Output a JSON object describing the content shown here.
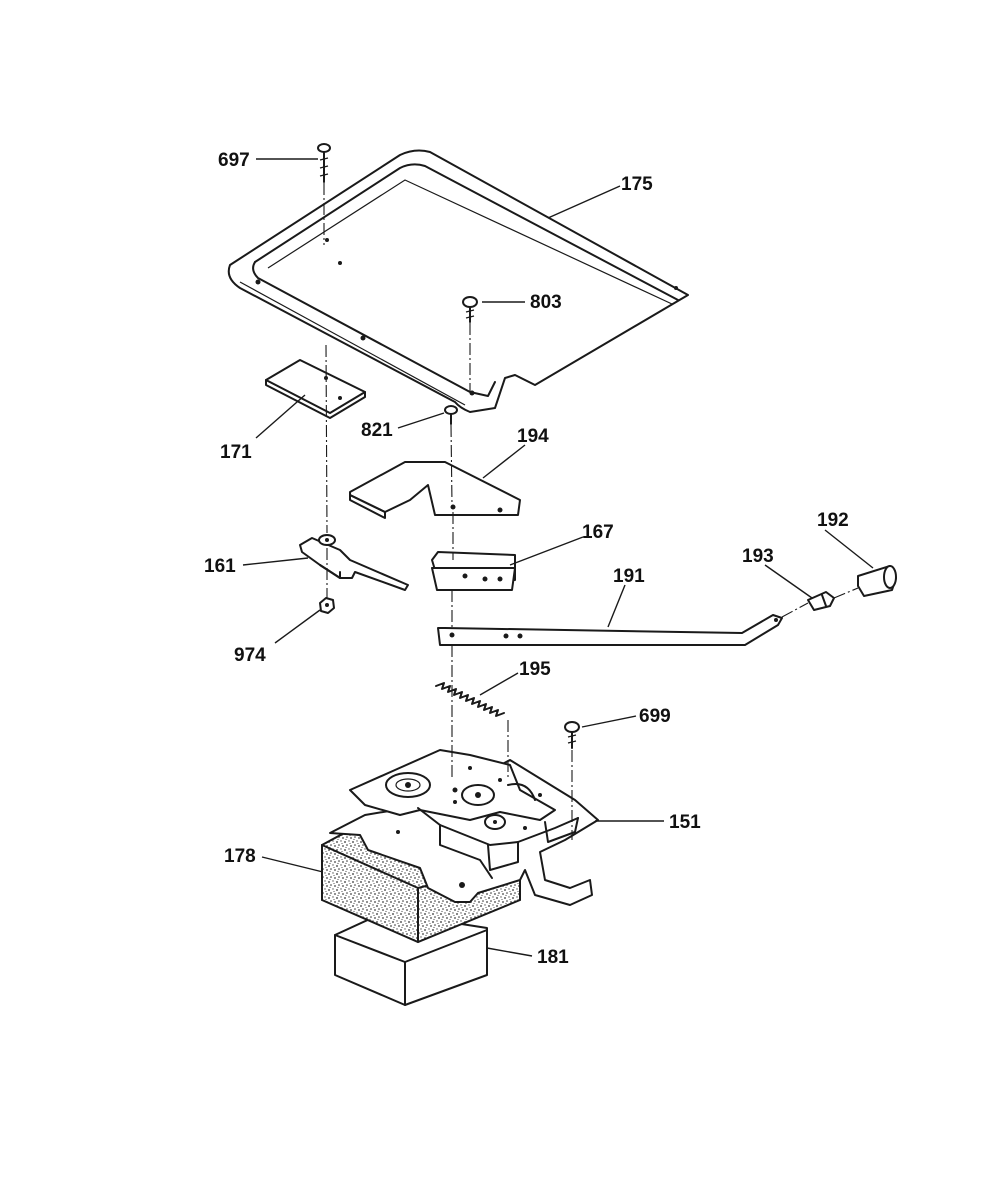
{
  "labels": {
    "l697": "697",
    "l175": "175",
    "l803": "803",
    "l171": "171",
    "l821": "821",
    "l194": "194",
    "l167": "167",
    "l192": "192",
    "l193": "193",
    "l161": "161",
    "l191": "191",
    "l974": "974",
    "l195": "195",
    "l699": "699",
    "l151": "151",
    "l178": "178",
    "l181": "181"
  },
  "colors": {
    "line": "#1a1a1a",
    "background": "#ffffff",
    "insulation_fill": "#d8d8d8"
  }
}
